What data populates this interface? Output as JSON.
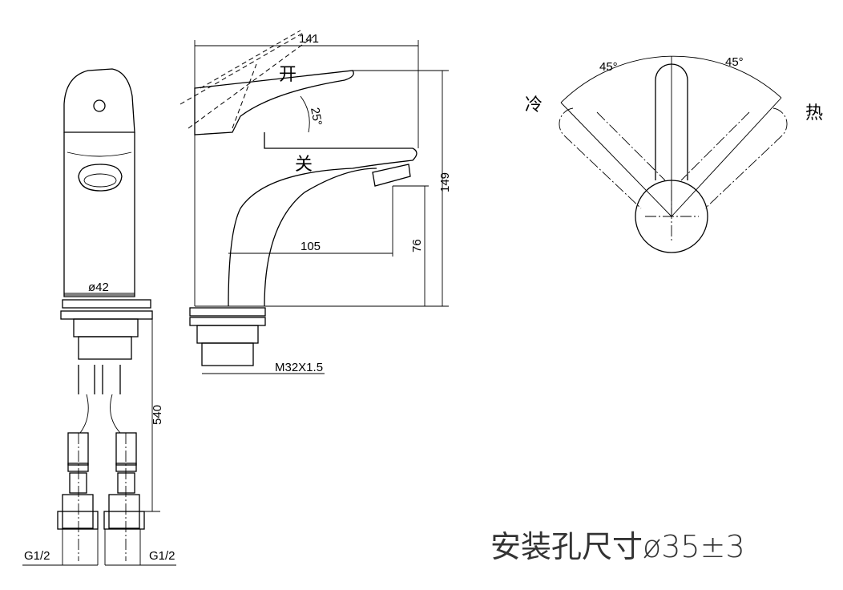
{
  "front_view": {
    "diameter_label": "ø42",
    "hose_length": "540",
    "thread_left": "G1/2",
    "thread_right": "G1/2"
  },
  "side_view": {
    "width_label": "141",
    "height_label": "149",
    "reach_label": "105",
    "spout_height_label": "76",
    "angle_label": "25°",
    "open_label": "开",
    "close_label": "关",
    "thread_label": "M32X1.5"
  },
  "top_view": {
    "angle_left": "45°",
    "angle_right": "45°",
    "cold_label": "冷",
    "hot_label": "热"
  },
  "note": "安装孔尺寸ø35±3"
}
